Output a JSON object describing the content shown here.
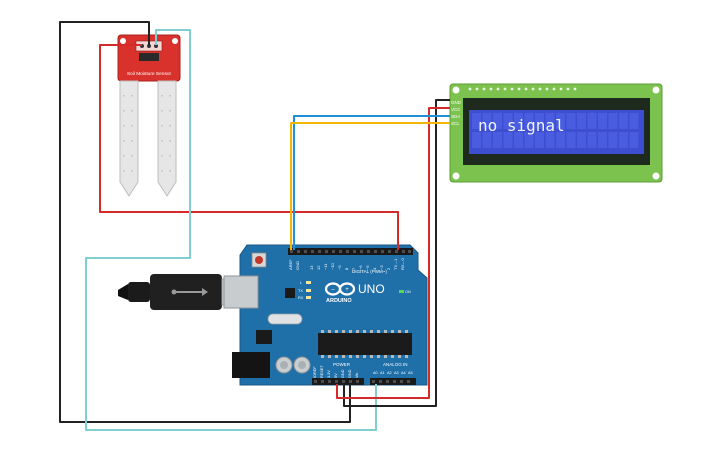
{
  "lcd": {
    "display_text": "no signal",
    "pin_labels": [
      "GND",
      "VCC",
      "SDA",
      "SCL"
    ]
  },
  "sensor": {
    "board_label": "Soil Moisture Sensor"
  },
  "arduino": {
    "brand": "ARDUINO",
    "model": "UNO",
    "digital_label": "DIGITAL (PWM~)",
    "power_label": "POWER",
    "analog_label": "ANALOG IN",
    "aref_label": "AREF",
    "gnd_label": "GND",
    "digital_pins": [
      "13",
      "12",
      "~11",
      "~10",
      "~9",
      "8",
      "7",
      "~6",
      "~5",
      "4",
      "~3",
      "2",
      "TX→1",
      "RX←0"
    ],
    "power_pins": [
      "IOREF",
      "RESET",
      "3.3V",
      "5V",
      "GND",
      "GND",
      "Vin"
    ],
    "analog_pins": [
      "A0",
      "A1",
      "A2",
      "A3",
      "A4",
      "A5"
    ],
    "on_label": "ON",
    "tx_label": "TX",
    "rx_label": "RX",
    "l_label": "L"
  },
  "colors": {
    "wire_red": "#d42a2a",
    "wire_black": "#222222",
    "wire_blue": "#1f8fd6",
    "wire_yellow": "#f2b705",
    "wire_lightblue": "#7fcfd2",
    "board_blue": "#1f6fa8",
    "lcd_green": "#7cc24e",
    "lcd_screen": "#3d4fd0",
    "sensor_red": "#d9322c"
  }
}
